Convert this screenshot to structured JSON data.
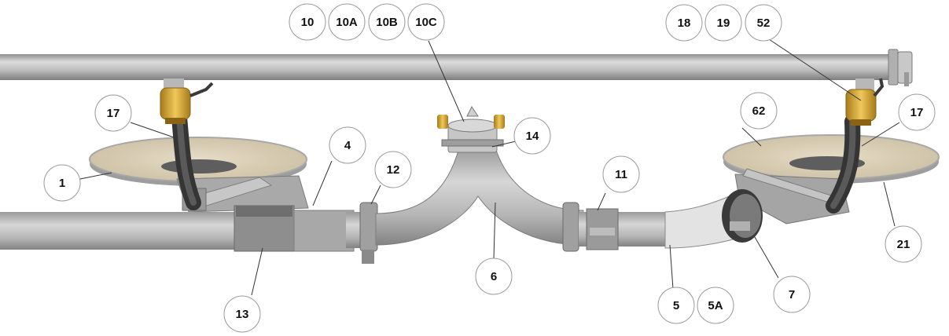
{
  "diagram": {
    "callouts": [
      {
        "id": "c-10",
        "label": "10"
      },
      {
        "id": "c-10a",
        "label": "10A"
      },
      {
        "id": "c-10b",
        "label": "10B"
      },
      {
        "id": "c-10c",
        "label": "10C"
      },
      {
        "id": "c-18",
        "label": "18"
      },
      {
        "id": "c-19",
        "label": "19"
      },
      {
        "id": "c-52",
        "label": "52"
      },
      {
        "id": "c-17l",
        "label": "17"
      },
      {
        "id": "c-62",
        "label": "62"
      },
      {
        "id": "c-17r",
        "label": "17"
      },
      {
        "id": "c-14",
        "label": "14"
      },
      {
        "id": "c-4",
        "label": "4"
      },
      {
        "id": "c-12",
        "label": "12"
      },
      {
        "id": "c-11",
        "label": "11"
      },
      {
        "id": "c-1",
        "label": "1"
      },
      {
        "id": "c-21",
        "label": "21"
      },
      {
        "id": "c-6",
        "label": "6"
      },
      {
        "id": "c-13",
        "label": "13"
      },
      {
        "id": "c-7",
        "label": "7"
      },
      {
        "id": "c-5",
        "label": "5"
      },
      {
        "id": "c-5a",
        "label": "5A"
      }
    ],
    "colors": {
      "pipe_light": "#d4d4d4",
      "pipe_mid": "#b3b3b3",
      "pipe_dark": "#8a8a8a",
      "disc": "#ddd2bb",
      "disc_rim": "#a8a8a8",
      "valve_brass": "#d4a531",
      "hose": "#4a4a4a",
      "callout_stroke": "#9a9a9a",
      "leader": "#333333"
    }
  }
}
